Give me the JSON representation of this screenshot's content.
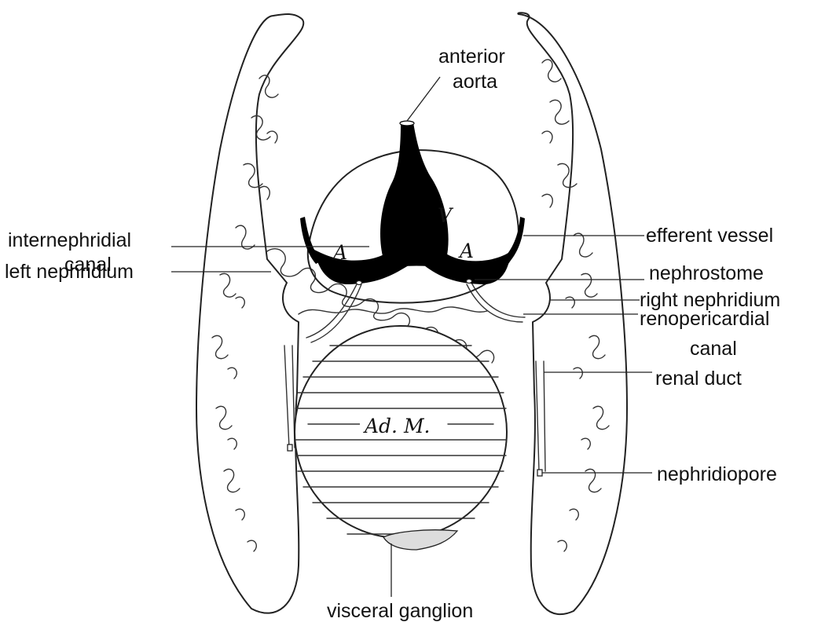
{
  "labels": {
    "anterior_aorta_1": "anterior",
    "anterior_aorta_2": "aorta",
    "efferent_vessel": "efferent vessel",
    "left_nephridium": "left nephridium",
    "nephrostome": "nephrostome",
    "internephridial_canal_1": "internephridial",
    "internephridial_canal_2": "canal",
    "right_nephridium": "right nephridium",
    "renopericardial_canal_1": "renopericardial",
    "renopericardial_canal_2": "canal",
    "renal_duct": "renal duct",
    "nephridiopore": "nephridiopore",
    "visceral_ganglion": "visceral ganglion"
  },
  "inline_marks": {
    "ventricle": "V",
    "auricle_left": "A",
    "auricle_right": "A",
    "adductor_muscle": "Ad. M."
  },
  "colors": {
    "ink": "#111111",
    "paper": "#ffffff",
    "heart_fill": "#000000"
  }
}
